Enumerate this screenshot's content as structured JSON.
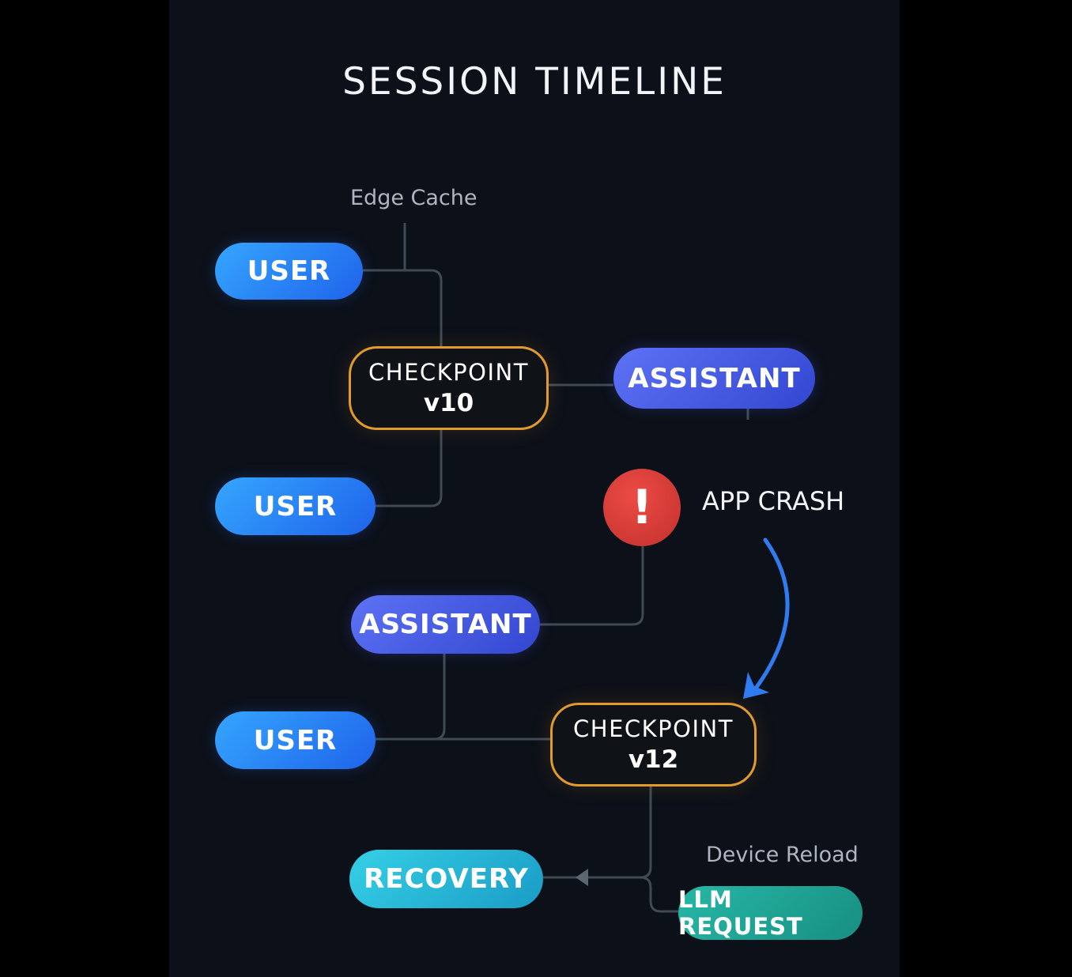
{
  "title": "SESSION TIMELINE",
  "labels": {
    "edge_cache": "Edge Cache",
    "device_reload": "Device Reload",
    "app_crash": "APP CRASH"
  },
  "nodes": {
    "user_1": "USER",
    "checkpoint_v10": {
      "line1": "CHECKPOINT",
      "line2": "v10"
    },
    "assistant_1": "ASSISTANT",
    "user_2": "USER",
    "crash_icon": "!",
    "assistant_2": "ASSISTANT",
    "user_3": "USER",
    "checkpoint_v12": {
      "line1": "CHECKPOINT",
      "line2": "v12"
    },
    "recovery": "RECOVERY",
    "llm_request": "LLM REQUEST"
  },
  "colors": {
    "background": "#0c1018",
    "user": "#2a86f8",
    "assistant": "#4a5de6",
    "checkpoint_border": "#e39a2d",
    "crash": "#d63a36",
    "recovery": "#24b6d6",
    "llm_request": "#1fa79a",
    "connector": "#3f4a55",
    "recovery_arrow": "#2f7bf0"
  }
}
